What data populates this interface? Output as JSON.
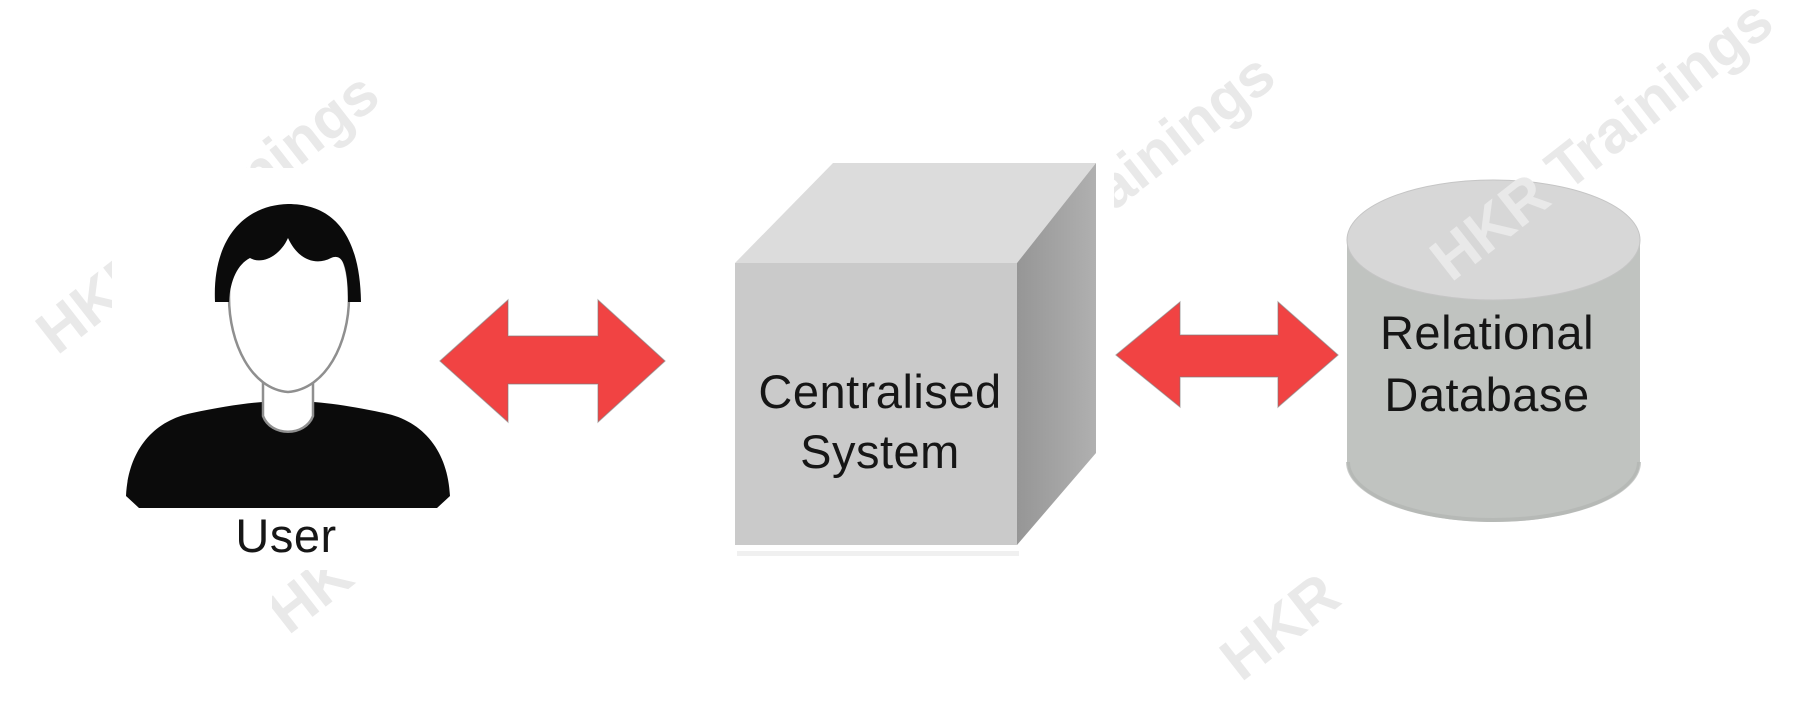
{
  "watermark": {
    "brand": "HKR Trainings",
    "instances": [
      "HKR Trainings",
      "HKR Trainings",
      "HKR Trainings",
      "HK",
      "HKR"
    ]
  },
  "nodes": {
    "user": {
      "label": "User"
    },
    "system": {
      "label_line1": "Centralised",
      "label_line2": "System"
    },
    "database": {
      "label_line1": "Relational",
      "label_line2": "Database"
    }
  },
  "connections": [
    {
      "from": "User",
      "to": "Centralised System",
      "style": "double-headed-arrow"
    },
    {
      "from": "Centralised System",
      "to": "Relational Database",
      "style": "double-headed-arrow"
    }
  ],
  "colors": {
    "arrow_red": "#f14343",
    "box_front": "#cacaca",
    "box_top": "#dcdcdc",
    "box_side": "#a9a9a9",
    "cylinder_body": "#c0c3c0",
    "cylinder_top": "#d7d7d7",
    "watermark": "#e9e9e9",
    "label_text": "#161616",
    "figure_black": "#0b0b0b"
  }
}
